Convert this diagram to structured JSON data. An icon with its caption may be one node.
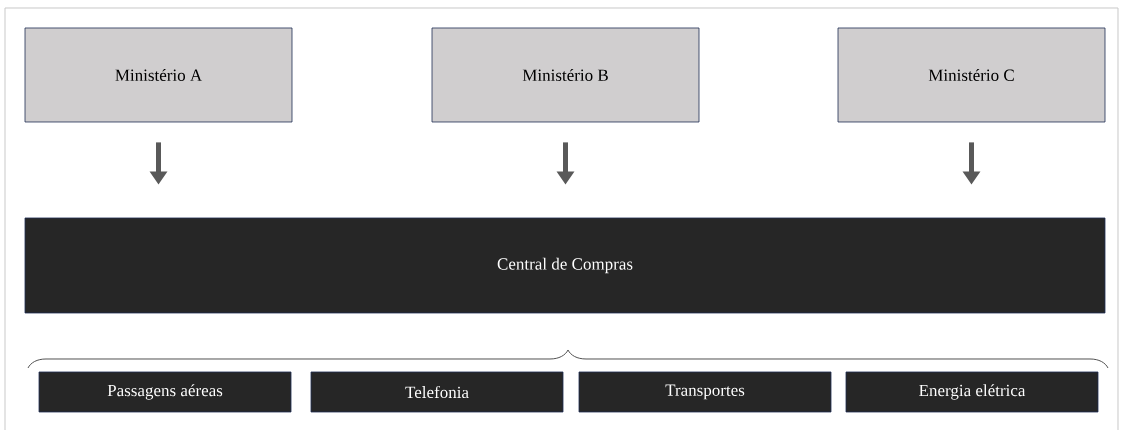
{
  "diagram": {
    "nodes": [
      {
        "text": [
          "Ministério A"
        ]
      },
      {
        "text": [
          "Ministério B"
        ]
      },
      {
        "text": [
          "Ministério C"
        ]
      },
      {
        "text": [
          "Central de Compras"
        ]
      },
      {
        "text": [
          "Passagens aéreas"
        ]
      },
      {
        "text": [
          "Telefonia"
        ]
      },
      {
        "text": [
          "Transportes"
        ]
      },
      {
        "text": [
          "Energia elétrica"
        ]
      }
    ],
    "edges": [
      {
        "from": 0,
        "to": 3,
        "arrow": "to"
      },
      {
        "from": 1,
        "to": 3,
        "arrow": "to"
      },
      {
        "from": 2,
        "to": 3,
        "arrow": "to"
      }
    ]
  }
}
